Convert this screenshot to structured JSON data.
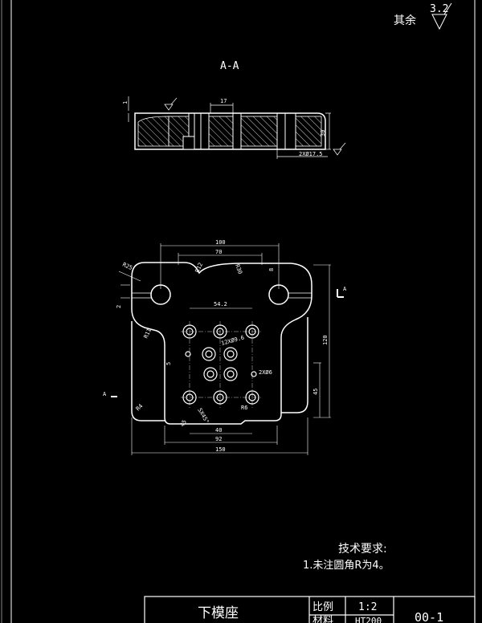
{
  "section_label": "A-A",
  "surface_finish": {
    "prefix": "其余",
    "value": "3.2"
  },
  "section_view_dims": {
    "d1": "17",
    "d2": "30",
    "d3": "2XØ17.5",
    "d4": "1"
  },
  "plan_view_dims": {
    "w100": "100",
    "w70": "70",
    "d54": "54.2",
    "h120": "120",
    "d45": "45",
    "d40": "40",
    "d92": "92",
    "d150": "150",
    "r25": "R25",
    "r12": "R12",
    "r11": "R11",
    "d2": "2",
    "hole1": "12XØ9.6",
    "hole2": "2XØ6",
    "r30": "R30",
    "r8": "8",
    "r4": "R4",
    "d5": "5",
    "d9": "5X45°",
    "a45": "45",
    "r6": "R6"
  },
  "section_markers": {
    "left": "A",
    "right": "A"
  },
  "tech_requirements": {
    "title": "技术要求:",
    "item1": "1.未注圆角R为4。"
  },
  "title_block": {
    "part_name": "下模座",
    "scale_label": "比例",
    "scale_value": "1:2",
    "material_label": "材料",
    "material_value": "HT200",
    "drawing_no": "00-1"
  }
}
